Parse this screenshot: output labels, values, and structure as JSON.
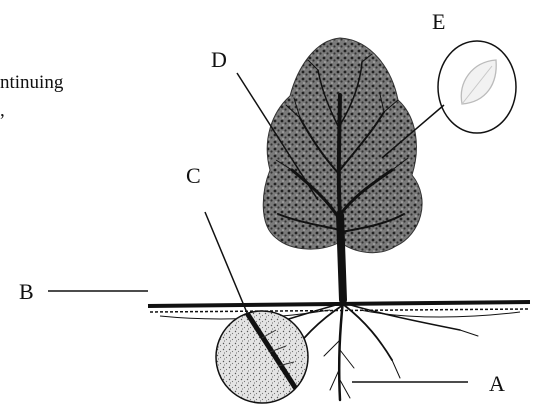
{
  "text_fragments": [
    "ntinuing",
    ","
  ],
  "labels": [
    {
      "id": "A",
      "text": "A"
    },
    {
      "id": "B",
      "text": "B"
    },
    {
      "id": "C",
      "text": "C"
    },
    {
      "id": "D",
      "text": "D"
    },
    {
      "id": "E",
      "text": "E"
    }
  ],
  "colors": {
    "ink": "#111111",
    "canopy": "#555555",
    "soil": "#cfcfcf"
  }
}
